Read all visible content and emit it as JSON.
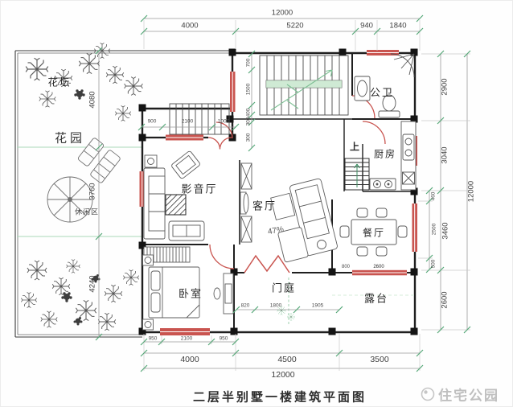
{
  "colors": {
    "wall": "#1f1f1f",
    "window_red": "#c9544f",
    "tick_green": "#55a878",
    "watermark_green": "#bfe3c6",
    "dim_text": "#3f3f3f",
    "brand_gray": "#bfbfbf",
    "caption_text": "#2f2f2f"
  },
  "labels": {
    "flowerbed": "花坛",
    "garden": "花园",
    "leisure_area": "休闲区",
    "public_bath": "公卫",
    "kitchen": "厨房",
    "stairs_up": "上",
    "media_room": "影音厅",
    "living_room": "客厅",
    "living_room_note": "47%",
    "dining_room": "餐厅",
    "bedroom": "卧室",
    "entry_hall": "门庭",
    "terrace": "露台"
  },
  "dimensions": {
    "top": {
      "total": "12000",
      "segments": [
        "4000",
        "5220",
        "940",
        "1840"
      ]
    },
    "bottom": {
      "total": "12000",
      "segments": [
        "4000",
        "4500",
        "3500"
      ],
      "window_segments": [
        "950",
        "2100",
        "950"
      ]
    },
    "right": {
      "total": "12000",
      "segments": [
        "2900",
        "3040",
        "3460",
        "2600"
      ],
      "inner_segments": [
        "460",
        "2500",
        "500"
      ]
    },
    "left_garden": {
      "segments": [
        "4080",
        "3760",
        "4240"
      ]
    },
    "stair_hall_row": [
      "900",
      "2100",
      "1000"
    ],
    "stair_hall_col": [
      "700",
      "1500",
      "400",
      "300",
      "300"
    ],
    "entry_row": [
      "820",
      "1800",
      "1905"
    ],
    "terrace_wall": [
      "800",
      "2600"
    ]
  },
  "footer": {
    "caption": "二层半别墅一楼建筑平面图",
    "brand": "住宅公园"
  }
}
